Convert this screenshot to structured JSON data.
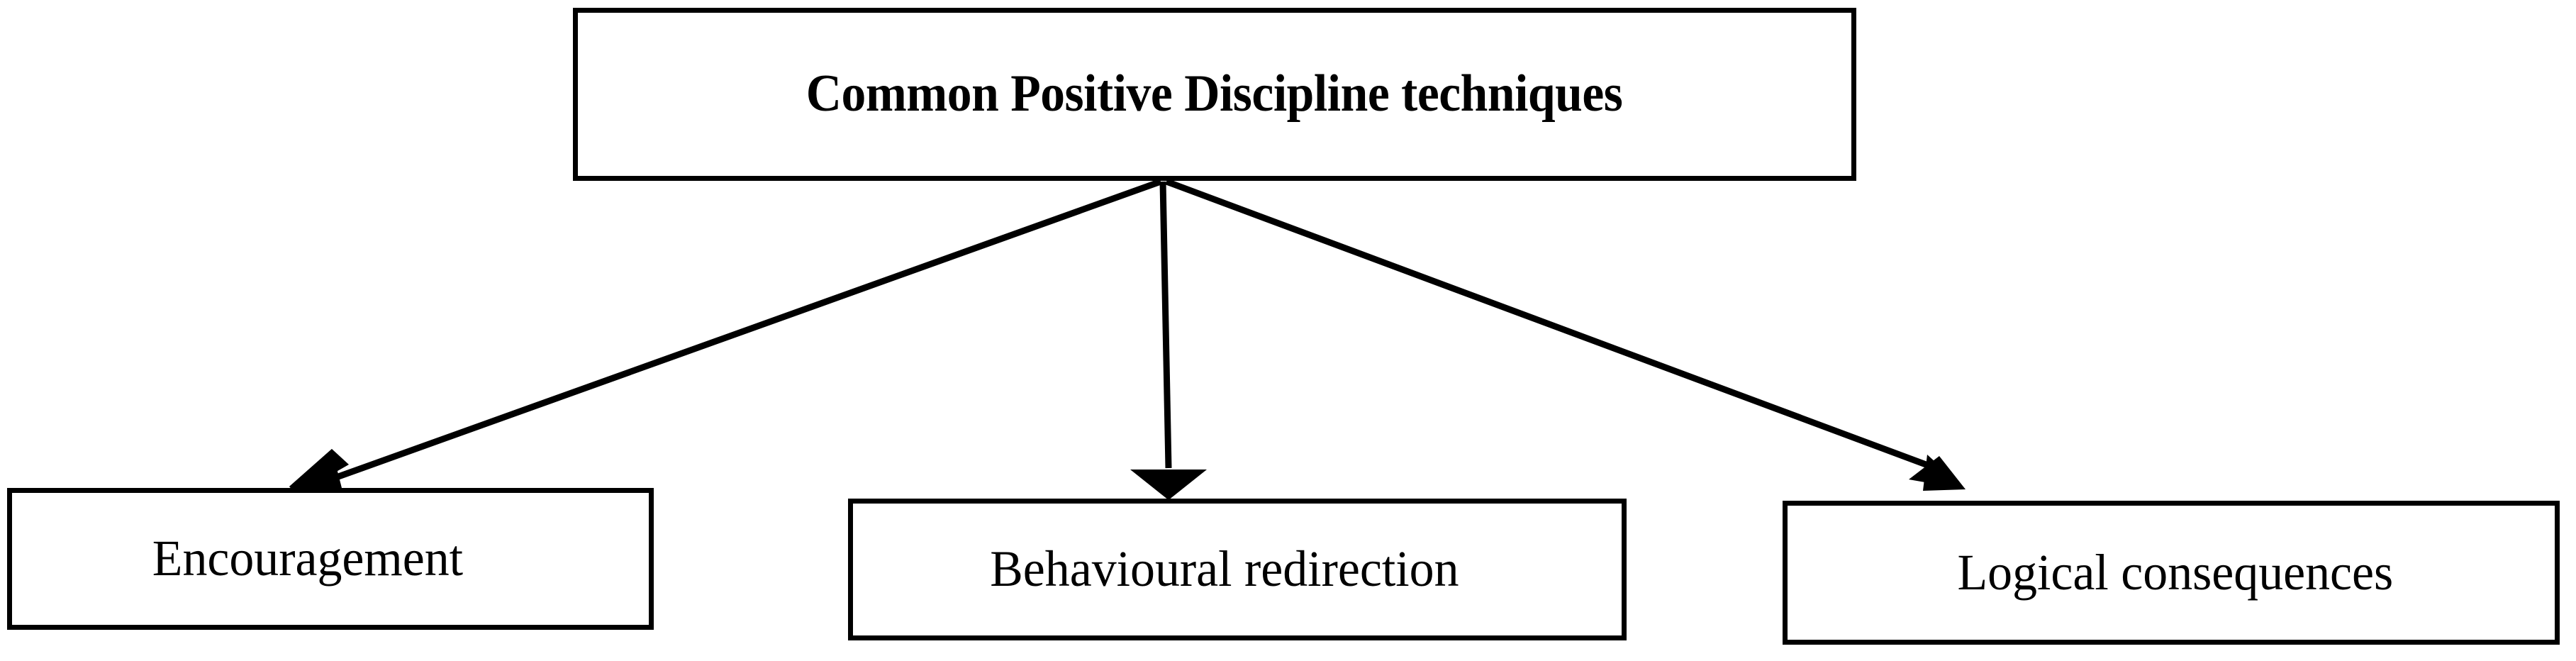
{
  "diagram": {
    "type": "hierarchy-tree",
    "background_color": "#ffffff",
    "line_color": "#000000",
    "text_color": "#000000",
    "root": {
      "label": "Common Positive Discipline techniques"
    },
    "children": [
      {
        "label": "Encouragement"
      },
      {
        "label": "Behavioural redirection"
      },
      {
        "label": "Logical consequences"
      }
    ],
    "connectors": [
      {
        "from": "root",
        "to": "Encouragement",
        "style": "solid-arrow",
        "direction": "down-left"
      },
      {
        "from": "root",
        "to": "Behavioural redirection",
        "style": "solid-arrow",
        "direction": "down"
      },
      {
        "from": "root",
        "to": "Logical consequences",
        "style": "solid-arrow",
        "direction": "down-right"
      }
    ]
  }
}
